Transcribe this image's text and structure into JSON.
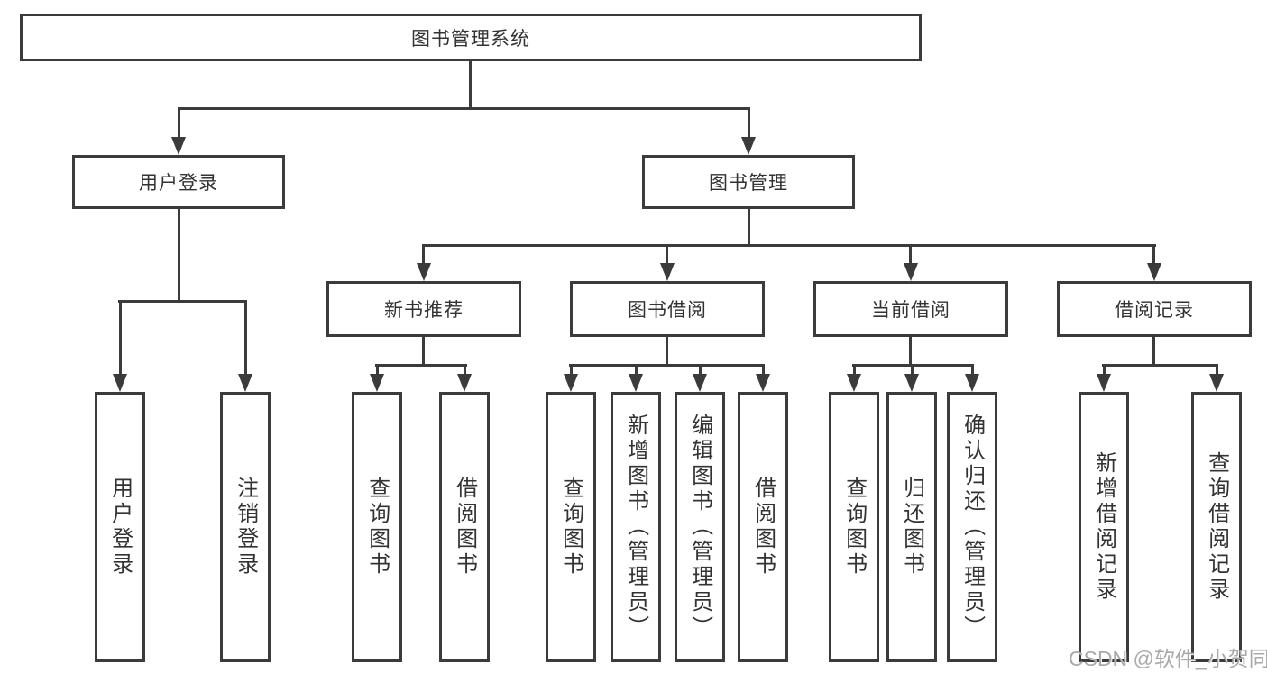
{
  "diagram": {
    "root": "图书管理系统",
    "branches": [
      {
        "label": "用户登录",
        "children": [
          "用户登录",
          "注销登录"
        ]
      },
      {
        "label": "图书管理",
        "groups": [
          {
            "label": "新书推荐",
            "children": [
              "查询图书",
              "借阅图书"
            ]
          },
          {
            "label": "图书借阅",
            "children": [
              "查询图书",
              "新增图书（管理员）",
              "编辑图书（管理员）",
              "借阅图书"
            ]
          },
          {
            "label": "当前借阅",
            "children": [
              "查询图书",
              "归还图书",
              "确认归还（管理员）"
            ]
          },
          {
            "label": "借阅记录",
            "children": [
              "新增借阅记录",
              "查询借阅记录"
            ]
          }
        ]
      }
    ],
    "watermark": "CSDN @软件_小贺同学",
    "colors": {
      "line": "#3b3b3b",
      "text": "#333333",
      "background": "#ffffff",
      "watermark": "#aaaaaa"
    }
  }
}
